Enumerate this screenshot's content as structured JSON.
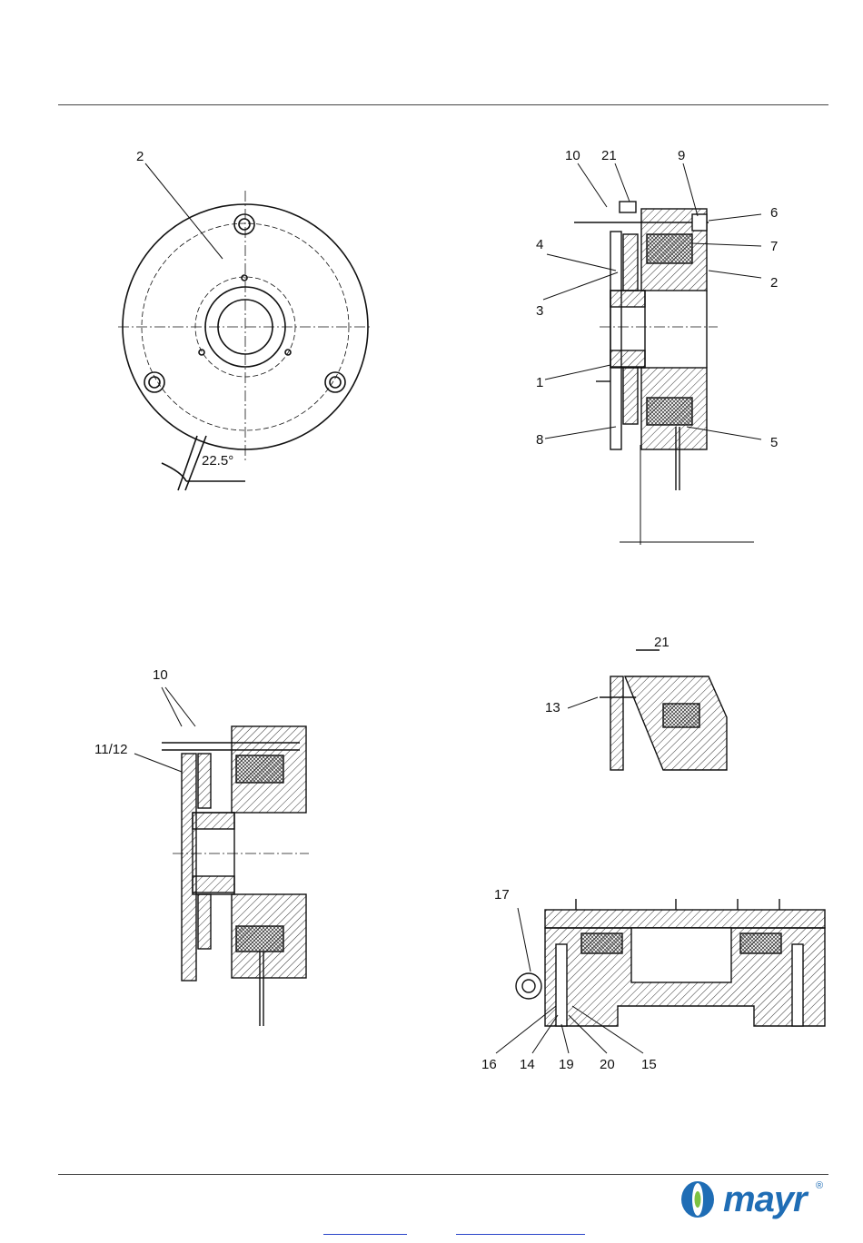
{
  "fig1": {
    "labels": [
      "2"
    ],
    "angle": "22.5°"
  },
  "fig2": {
    "labels": [
      "10",
      "21",
      "9",
      "6",
      "7",
      "2",
      "4",
      "3",
      "1",
      "8",
      "5"
    ]
  },
  "fig3": {
    "labels": [
      "10",
      "11/12"
    ]
  },
  "fig4": {
    "labels": [
      "21",
      "13"
    ]
  },
  "fig5": {
    "labels": [
      "17",
      "16",
      "14",
      "19",
      "20",
      "15"
    ]
  },
  "brand": {
    "name": "mayr",
    "registered": "®",
    "primary_color": "#1f6db5"
  }
}
